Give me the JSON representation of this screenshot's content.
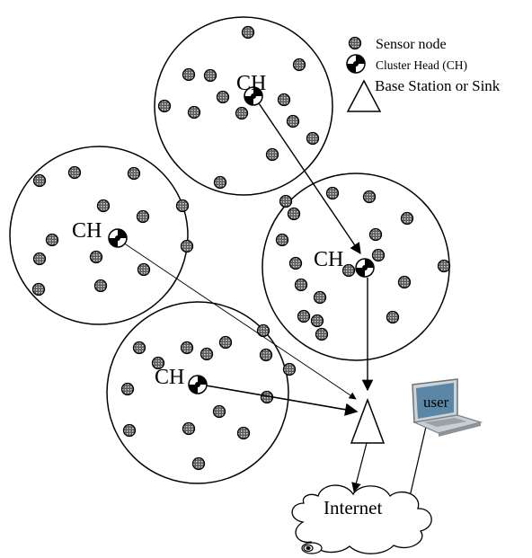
{
  "legend": {
    "sensor_node": "Sensor node",
    "cluster_head": "Cluster Head (CH)",
    "base_station": "Base Station or Sink"
  },
  "clusters": [
    {
      "ch_label": "CH"
    },
    {
      "ch_label": "CH"
    },
    {
      "ch_label": "CH"
    },
    {
      "ch_label": "CH"
    }
  ],
  "internet_label": "Internet",
  "user_label": "user",
  "colors": {
    "stroke": "#000000",
    "node_fill": "#5a5a5a",
    "laptop_screen": "#5b86a6",
    "laptop_body": "#c9ced2"
  }
}
